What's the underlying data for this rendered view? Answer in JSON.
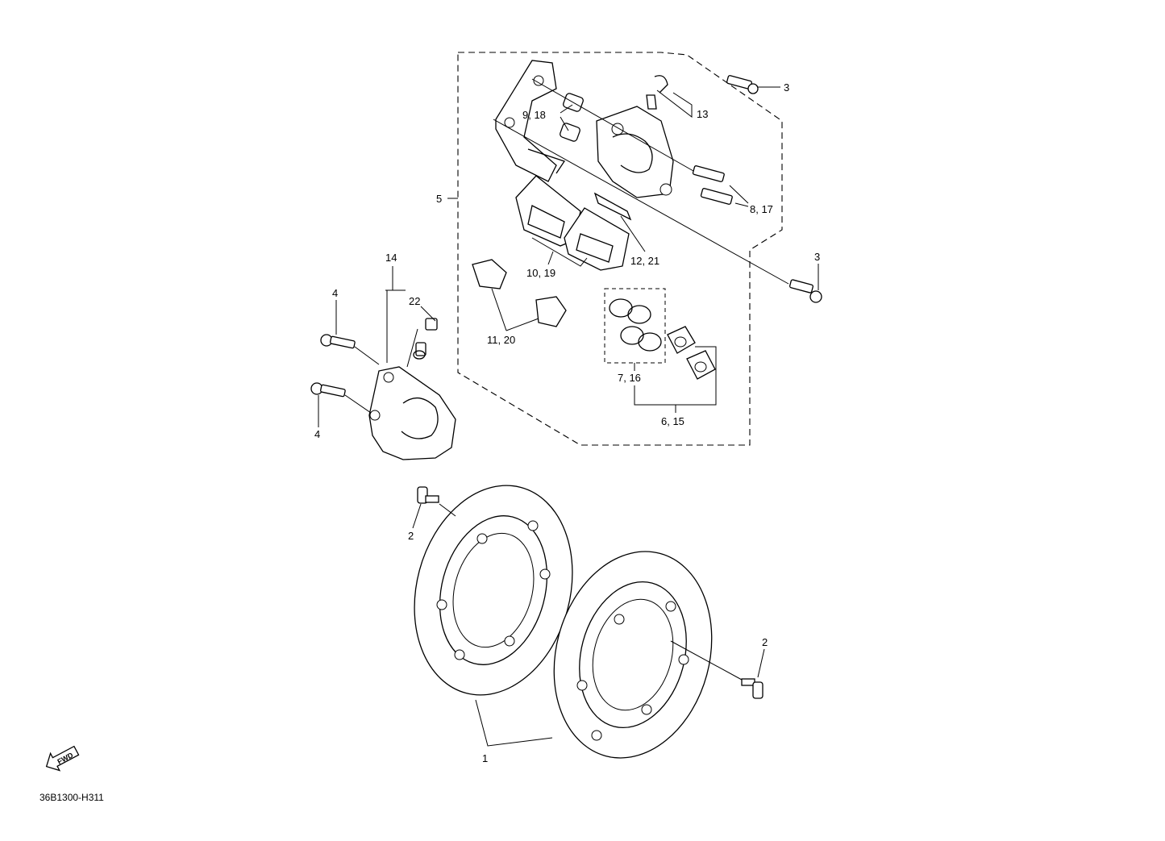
{
  "diagram": {
    "code": "36B1300-H311",
    "fwd_label": "FWD",
    "labels": {
      "p1": "1",
      "p2a": "2",
      "p2b": "2",
      "p3a": "3",
      "p3b": "3",
      "p4a": "4",
      "p4b": "4",
      "p5": "5",
      "p6_15": "6, 15",
      "p7_16": "7, 16",
      "p8_17": "8, 17",
      "p9_18": "9, 18",
      "p10_19": "10, 19",
      "p11_20": "11, 20",
      "p12_21": "12, 21",
      "p13": "13",
      "p14": "14",
      "p22": "22"
    }
  }
}
